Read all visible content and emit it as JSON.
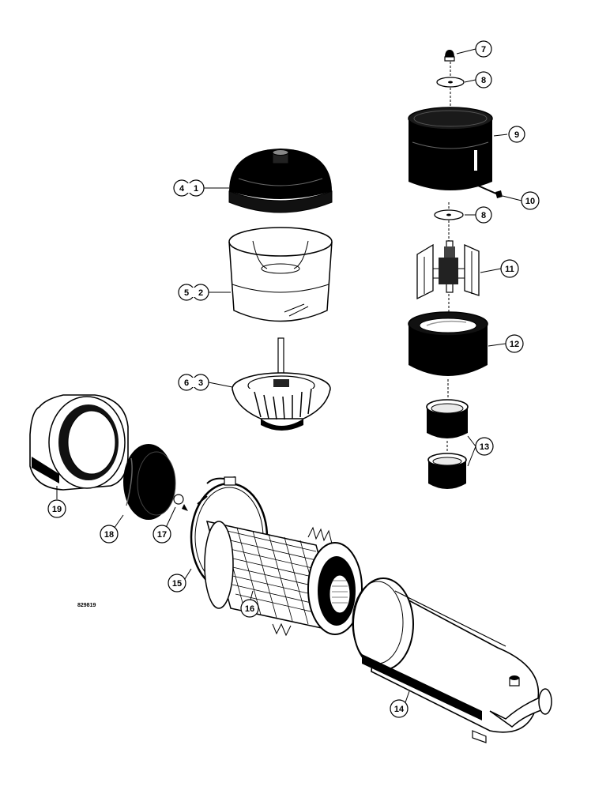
{
  "figure_id": "829819",
  "callouts": [
    {
      "id": "c7",
      "label": "7"
    },
    {
      "id": "c8a",
      "label": "8"
    },
    {
      "id": "c9",
      "label": "9"
    },
    {
      "id": "c10",
      "label": "10"
    },
    {
      "id": "c8b",
      "label": "8"
    },
    {
      "id": "c11",
      "label": "11"
    },
    {
      "id": "c12",
      "label": "12"
    },
    {
      "id": "c13",
      "label": "13"
    },
    {
      "id": "c4",
      "label": "4"
    },
    {
      "id": "c1",
      "label": "1"
    },
    {
      "id": "c5",
      "label": "5"
    },
    {
      "id": "c2",
      "label": "2"
    },
    {
      "id": "c6",
      "label": "6"
    },
    {
      "id": "c3",
      "label": "3"
    },
    {
      "id": "c19",
      "label": "19"
    },
    {
      "id": "c18",
      "label": "18"
    },
    {
      "id": "c17",
      "label": "17"
    },
    {
      "id": "c15",
      "label": "15"
    },
    {
      "id": "c16",
      "label": "16"
    },
    {
      "id": "c14",
      "label": "14"
    }
  ]
}
